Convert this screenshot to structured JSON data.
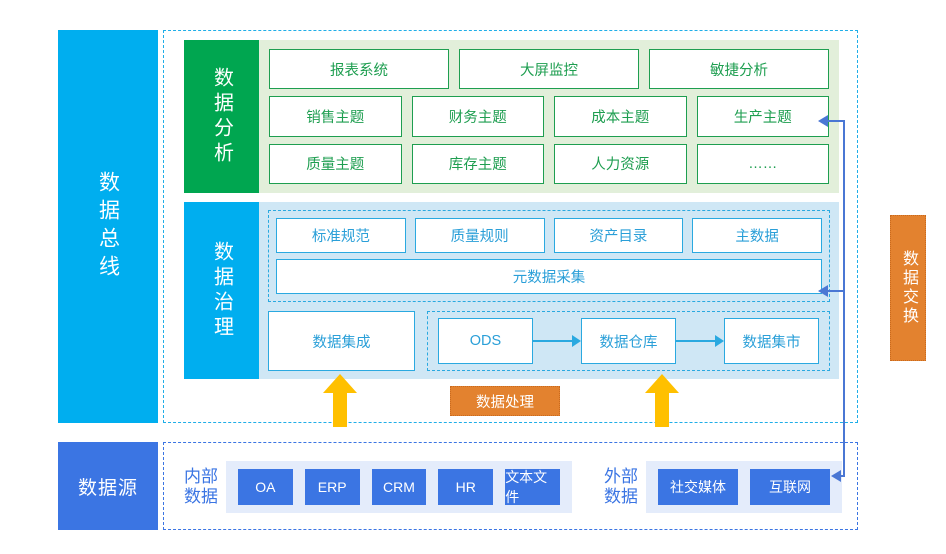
{
  "rails": {
    "data_bus": "数据总线",
    "data_source": "数据源"
  },
  "analysis": {
    "label": "数据分析",
    "rows": [
      [
        "报表系统",
        "大屏监控",
        "敏捷分析"
      ],
      [
        "销售主题",
        "财务主题",
        "成本主题",
        "生产主题"
      ],
      [
        "质量主题",
        "库存主题",
        "人力资源",
        "……"
      ]
    ]
  },
  "governance": {
    "label": "数据治理",
    "standards_row": [
      "标准规范",
      "质量规则",
      "资产目录",
      "主数据"
    ],
    "metadata_row": "元数据采集",
    "integration": "数据集成",
    "pipeline": [
      "ODS",
      "数据仓库",
      "数据集市"
    ]
  },
  "orange": {
    "exchange": "数据交换",
    "processing": "数据处理"
  },
  "sources": {
    "internal_label": "内部数据",
    "internal_label_line1": "内部",
    "internal_label_line2": "数据",
    "internal_items": [
      "OA",
      "ERP",
      "CRM",
      "HR",
      "文本文件"
    ],
    "external_label": "外部数据",
    "external_label_line1": "外部",
    "external_label_line2": "数据",
    "external_items": [
      "社交媒体",
      "互联网"
    ]
  },
  "colors": {
    "bus_blue": "#00AEEF",
    "source_blue": "#3B75E3",
    "analysis_green": "#00A650",
    "analysis_bg": "#E2EFDA",
    "governance_bg": "#CFE7F5",
    "orange": "#E3822F",
    "arrow_yellow": "#FFC000",
    "connector_blue": "#4A77D4"
  }
}
